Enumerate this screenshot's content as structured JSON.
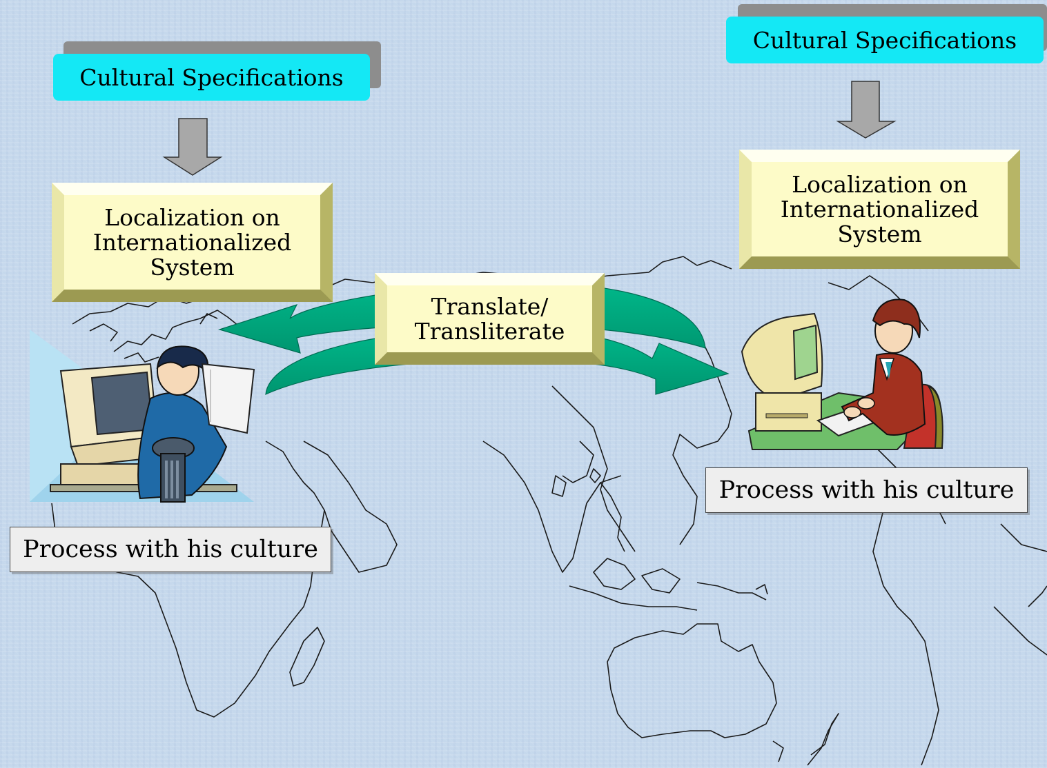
{
  "diagram": {
    "left": {
      "spec_label": "Cultural Specifications",
      "localization_lines": [
        "Localization on",
        "Internationalized",
        "System"
      ],
      "process_label": "Process with his culture"
    },
    "right": {
      "spec_label": "Cultural Specifications",
      "localization_lines": [
        "Localization on",
        "Internationalized",
        "System"
      ],
      "process_label": "Process with his culture"
    },
    "center": {
      "translate_lines": [
        "Translate/",
        "Transliterate"
      ]
    }
  },
  "colors": {
    "background": "#c5d8ec",
    "spec_box": "#14e8f5",
    "localization_box": "#fdfbc8",
    "arrow_green": "#00a67e",
    "process_box": "#eeeeee"
  },
  "icons": [
    "world-map",
    "down-arrow-icon",
    "curved-arrow-icon",
    "person-at-computer-icon"
  ]
}
